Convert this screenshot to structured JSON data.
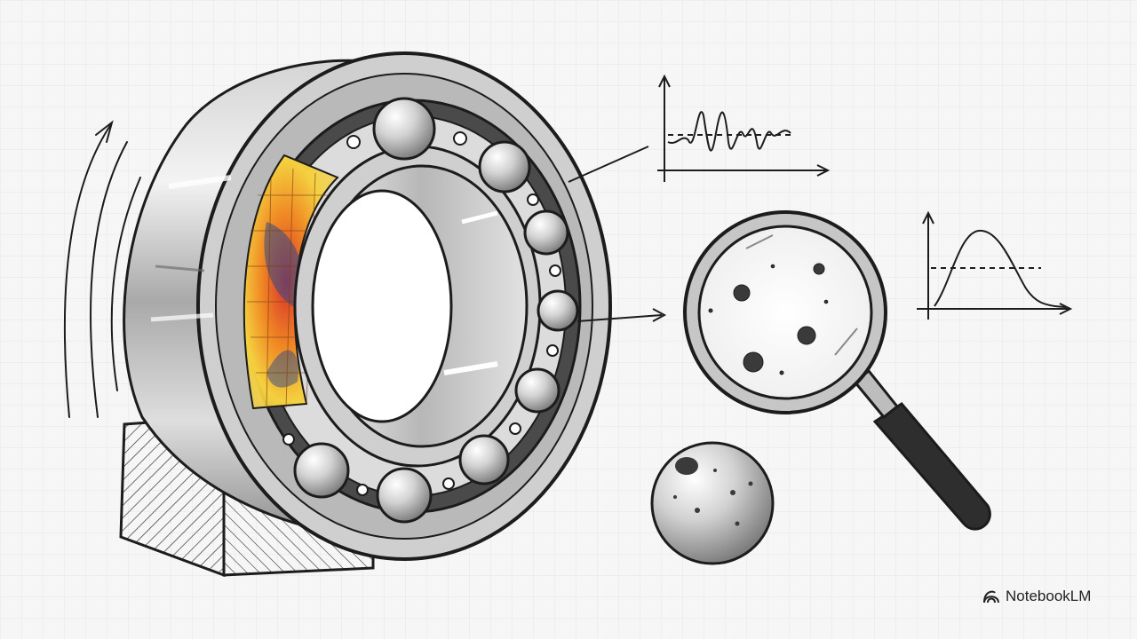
{
  "brand": {
    "label": "NotebookLM",
    "icon": "notebooklm-logo-icon"
  },
  "palette": {
    "paper": "#f6f6f6",
    "grid": "#e4e6ea",
    "ink": "#1c1c1c",
    "metal_light": "#e9e9e9",
    "metal_mid": "#bdbdbd",
    "metal_dark": "#6f6f6f",
    "heat_red": "#d9312b",
    "heat_orange": "#f08a24",
    "heat_yellow": "#f4d03f",
    "heat_blue": "#2c4a8a"
  },
  "illustration": {
    "subject": "ball-bearing-heat-map",
    "elements": [
      "rotation-motion-lines",
      "bearing-support-block",
      "bearing-outer-ring",
      "bearing-inner-ring",
      "rolling-balls",
      "heat-zone",
      "vibration-waveform-plot",
      "distribution-curve-plot",
      "magnifying-glass",
      "pitted-ball"
    ]
  }
}
